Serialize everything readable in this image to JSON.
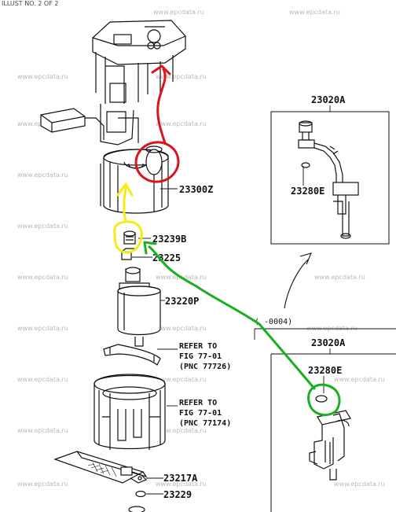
{
  "header": {
    "illust_label": "ILLUST NO. 2 OF 2"
  },
  "watermark": "www.epcdata.ru",
  "parts": {
    "p23300z": "23300Z",
    "p23239b": "23239B",
    "p23225": "23225",
    "p23220p": "23220P",
    "p23217a": "23217A",
    "p23229": "23229",
    "p23020a_top": "23020A",
    "p23280e_top": "23280E",
    "p23020a_bottom": "23020A",
    "p23280e_bottom": "23280E"
  },
  "refer1": {
    "line1": "REFER TO",
    "line2": "FIG 77-01",
    "line3": "(PNC 77726)"
  },
  "refer2": {
    "line1": "REFER TO",
    "line2": "FIG 77-01",
    "line3": "(PNC 77174)"
  },
  "date_range": "(      -0004)",
  "annotation_colors": {
    "red": "#d8141c",
    "yellow": "#f4ec12",
    "green": "#18b022"
  }
}
